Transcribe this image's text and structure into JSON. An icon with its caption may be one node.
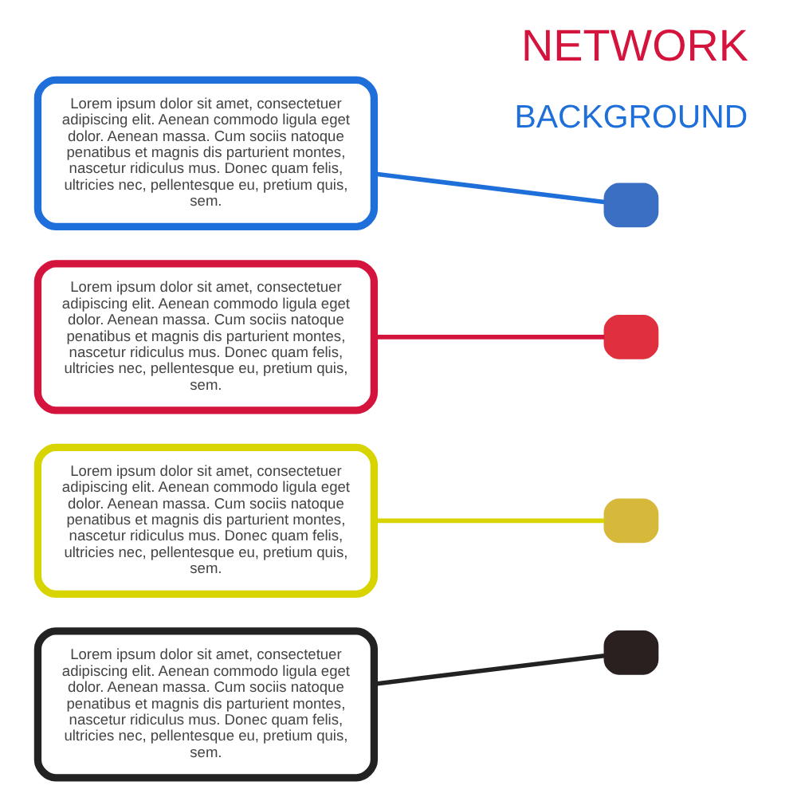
{
  "diagram": {
    "title": "NETWORK",
    "nodes": [
      {
        "text": [
          "Lorem ipsum dolor sit amet, consectetuer adipiscing elit. Aenean commodo ligula eget dolor. Aenean massa. Cum sociis natoque penatibus et magnis dis parturient montes, nascetur ridiculus mus. Donec quam felis, ultricies nec, pellentesque eu, pretium quis, sem."
        ]
      },
      {
        "text": [
          "Lorem ipsum dolor sit amet, consectetuer adipiscing elit. Aenean commodo ligula eget dolor. Aenean massa. Cum sociis natoque penatibus et magnis dis parturient montes, nascetur ridiculus mus. Donec quam felis, ultricies nec, pellentesque eu, pretium quis, sem."
        ]
      },
      {
        "text": [
          "Lorem ipsum dolor sit amet, consectetuer adipiscing elit. Aenean commodo ligula eget dolor. Aenean massa. Cum sociis natoque penatibus et magnis dis parturient montes, nascetur ridiculus mus. Donec quam felis, ultricies nec, pellentesque eu, pretium quis, sem."
        ]
      },
      {
        "text": [
          "Lorem ipsum dolor sit amet, consectetuer adipiscing elit. Aenean commodo ligula eget dolor. Aenean massa. Cum sociis natoque penatibus et magnis dis parturient montes, nascetur ridiculus mus. Donec quam felis, ultricies nec, pellentesque eu, pretium quis, sem."
        ]
      },
      {
        "text": [],
        "shape": "box"
      },
      {
        "text": [],
        "shape": "box"
      },
      {
        "text": [],
        "shape": "box"
      },
      {
        "text": [],
        "shape": "box"
      }
    ],
    "edges": [
      {
        "from": 0,
        "to": 4,
        "arrow": "none",
        "color": "#1e6fd9"
      },
      {
        "from": 1,
        "to": 5,
        "arrow": "none",
        "color": "#d4143c"
      },
      {
        "from": 2,
        "to": 6,
        "arrow": "none",
        "color": "#d8d400"
      },
      {
        "from": 3,
        "to": 7,
        "arrow": "none",
        "color": "#222222"
      }
    ],
    "labels": [
      "BACKGROUND"
    ]
  }
}
